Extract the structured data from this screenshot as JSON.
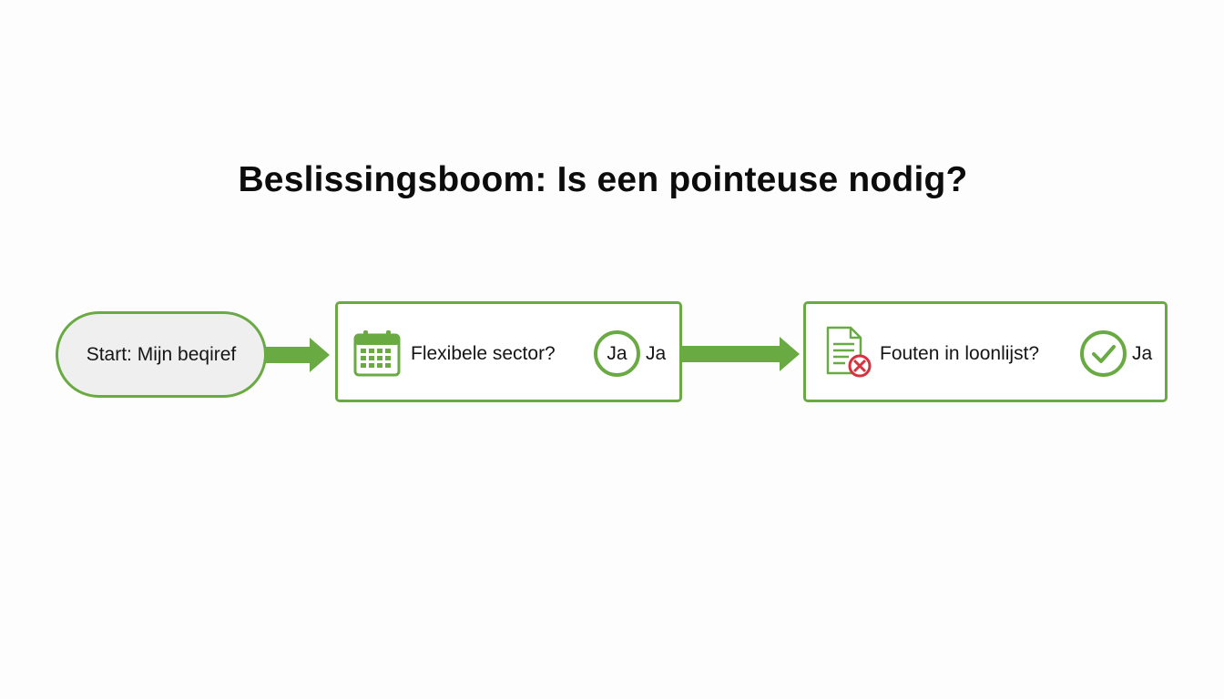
{
  "title": "Beslissingsboom: Is een pointeuse nodig?",
  "colors": {
    "accent_green": "#6aaa43",
    "error_red": "#d9303e",
    "start_fill": "#efefef"
  },
  "nodes": {
    "start": {
      "label": "Start: Mijn beqiref"
    },
    "sector": {
      "icon": "calendar-icon",
      "question": "Flexibele sector?",
      "badge": "Ja",
      "answer": "Ja"
    },
    "payroll": {
      "icon": "document-error-icon",
      "question": "Fouten in loonlijst?",
      "badge_icon": "checkmark-icon",
      "answer": "Ja"
    }
  }
}
